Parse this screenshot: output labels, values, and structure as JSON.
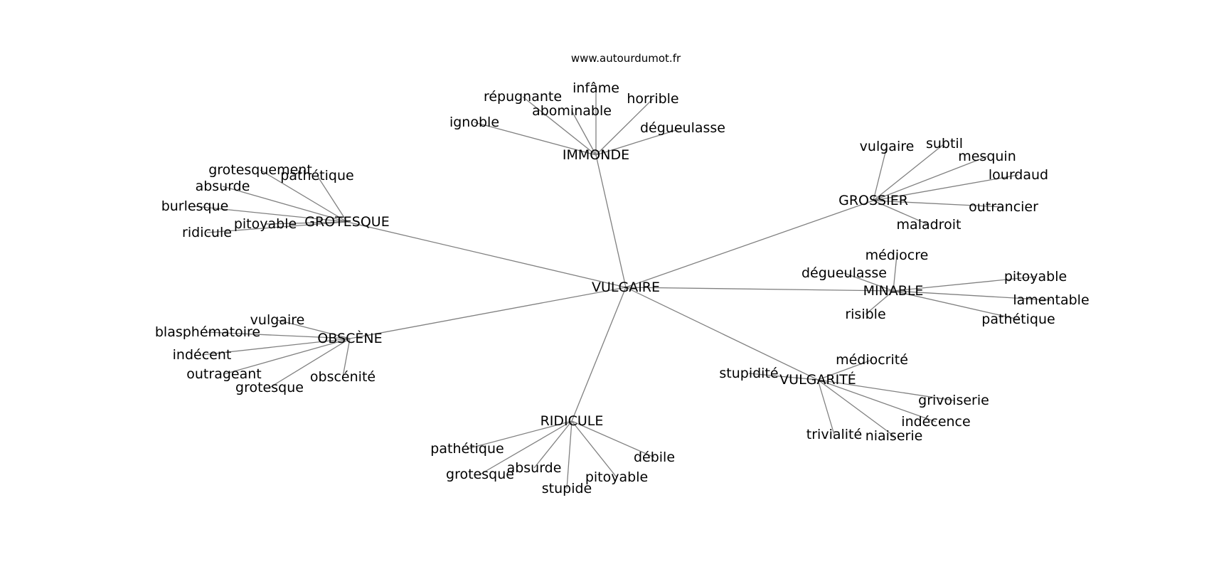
{
  "source": "www.autourdumot.fr",
  "center": "VULGAIRE",
  "groups": [
    {
      "id": "immonde",
      "label": "IMMONDE",
      "words": [
        "répugnante",
        "infâme",
        "horrible",
        "abominable",
        "ignoble",
        "dégueulasse"
      ]
    },
    {
      "id": "grossier",
      "label": "GROSSIER",
      "words": [
        "vulgaire",
        "subtil",
        "mesquin",
        "lourdaud",
        "outrancier",
        "maladroit"
      ]
    },
    {
      "id": "grotesque",
      "label": "GROTESQUE",
      "words": [
        "grotesquement",
        "pathétique",
        "absurde",
        "burlesque",
        "pitoyable",
        "ridicule"
      ]
    },
    {
      "id": "minable",
      "label": "MINABLE",
      "words": [
        "médiocre",
        "dégueulasse",
        "pitoyable",
        "lamentable",
        "risible",
        "pathétique"
      ]
    },
    {
      "id": "obscene",
      "label": "OBSCÈNE",
      "words": [
        "vulgaire",
        "blasphématoire",
        "indécent",
        "outrageant",
        "grotesque",
        "obscénité"
      ]
    },
    {
      "id": "vulgarite",
      "label": "VULGARITÉ",
      "words": [
        "médiocrité",
        "stupidité",
        "grivoiserie",
        "indécence",
        "trivialité",
        "niaiserie"
      ]
    },
    {
      "id": "ridicule",
      "label": "RIDICULE",
      "words": [
        "pathétique",
        "débile",
        "absurde",
        "grotesque",
        "pitoyable",
        "stupide"
      ]
    }
  ]
}
